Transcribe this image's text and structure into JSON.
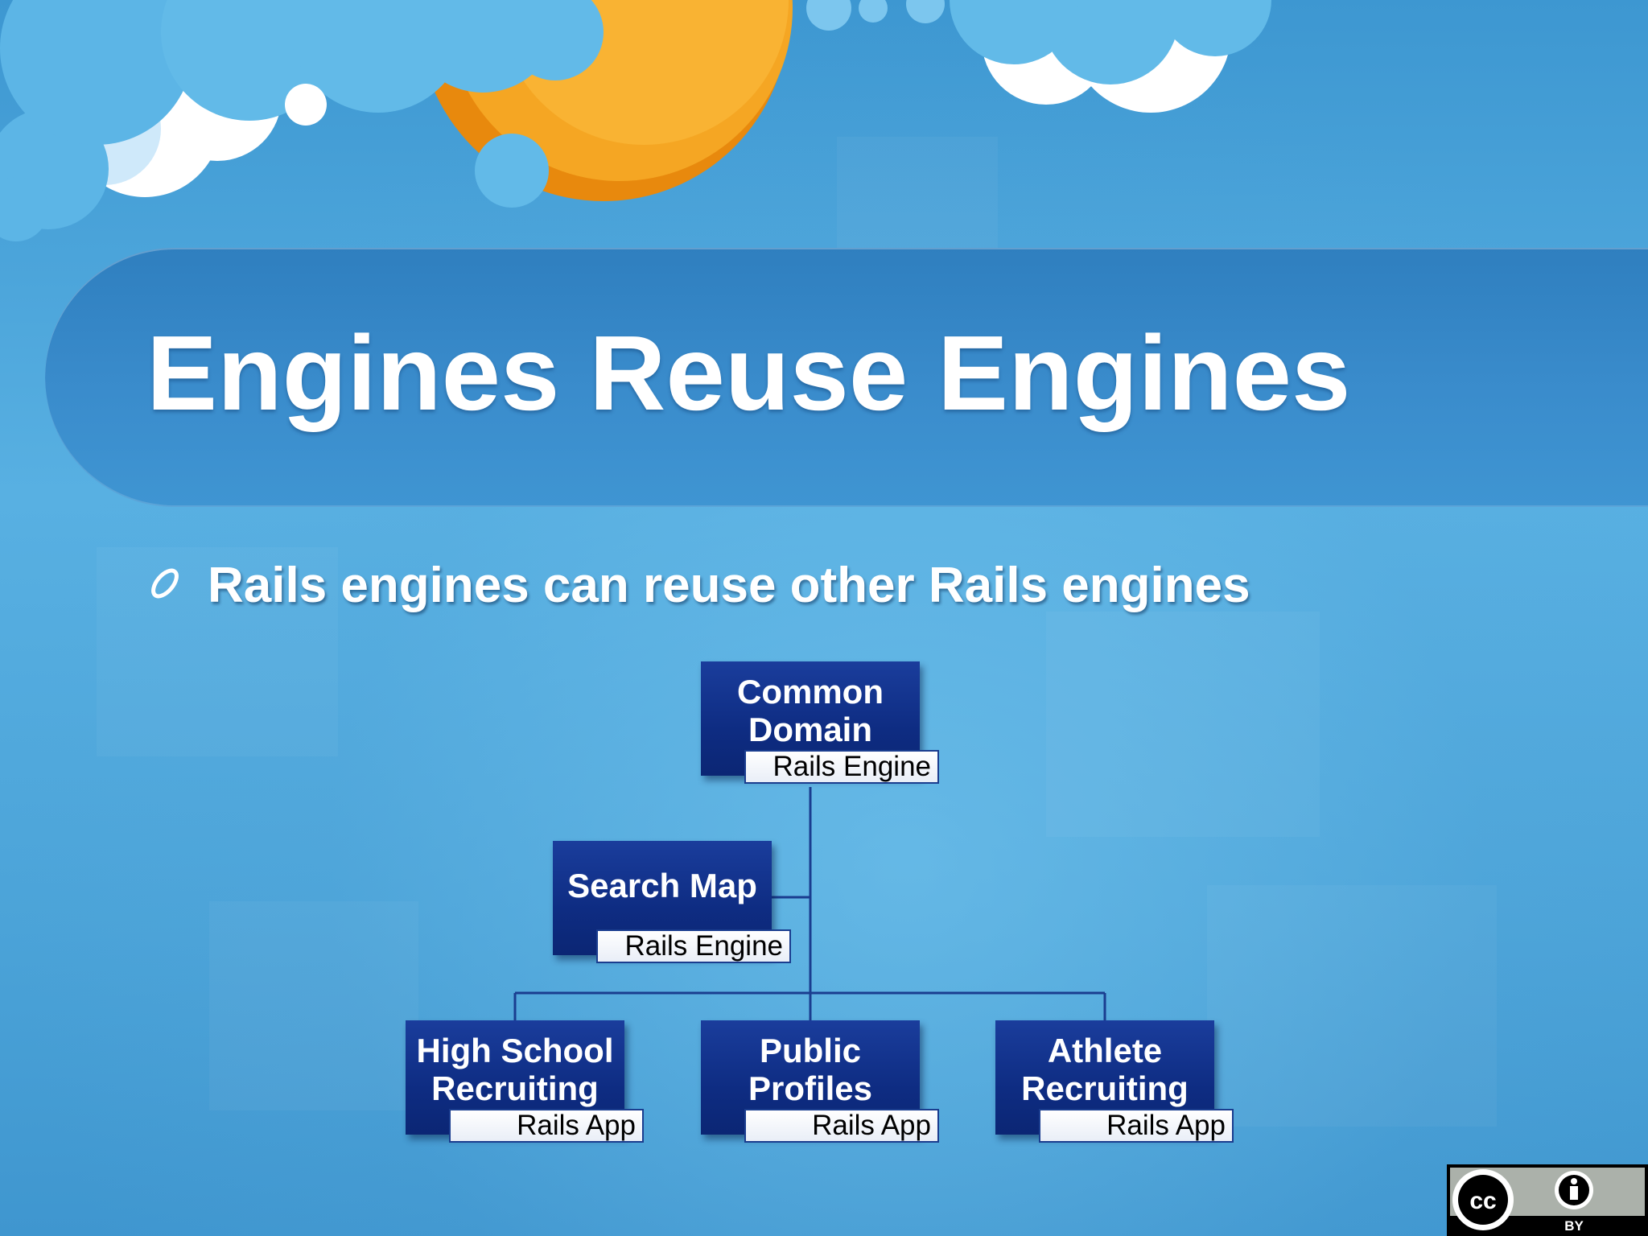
{
  "slide": {
    "title": "Engines Reuse Engines",
    "bullet": "Rails engines can reuse other Rails engines"
  },
  "diagram": {
    "nodes": {
      "common": {
        "line1": "Common",
        "line2": "Domain",
        "sub": "Rails Engine"
      },
      "search": {
        "line1": "Search Map",
        "sub": "Rails Engine"
      },
      "highschool": {
        "line1": "High School",
        "line2": "Recruiting",
        "sub": "Rails App"
      },
      "public": {
        "line1": "Public",
        "line2": "Profiles",
        "sub": "Rails App"
      },
      "athlete": {
        "line1": "Athlete",
        "line2": "Recruiting",
        "sub": "Rails App"
      }
    }
  },
  "license": {
    "badge_left": "cc",
    "badge_right": "BY",
    "icon": "cc-by-icon"
  },
  "colors": {
    "node_fill": "#0e2c82",
    "connector": "#1a3d8f",
    "sun": "#f5a623",
    "cloud": "#ffffff"
  }
}
